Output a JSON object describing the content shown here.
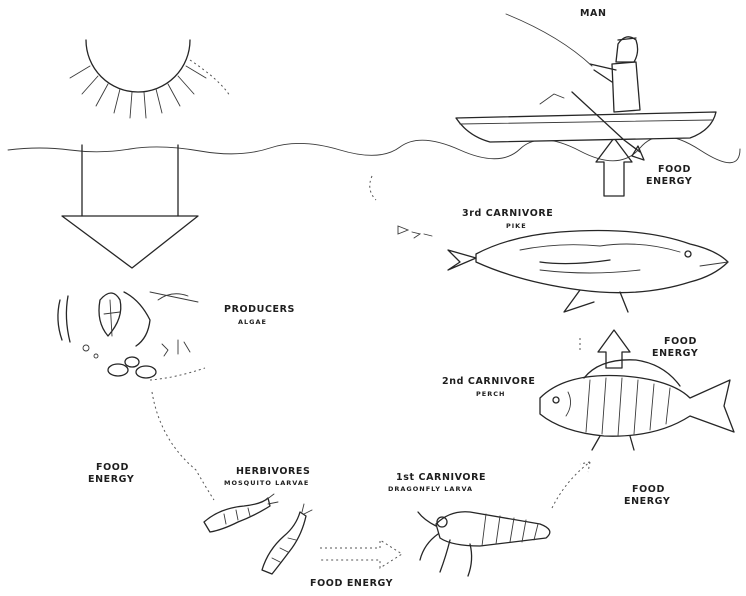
{
  "labels": {
    "man": "MAN",
    "producers": "PRODUCERS",
    "producers_sub": "ALGAE",
    "herbivores": "HERBIVORES",
    "herbivores_sub": "MOSQUITO LARVAE",
    "first_carnivore": "1st CARNIVORE",
    "first_carnivore_sub": "DRAGONFLY LARVA",
    "second_carnivore": "2nd CARNIVORE",
    "second_carnivore_sub": "PERCH",
    "third_carnivore": "3rd CARNIVORE",
    "third_carnivore_sub": "PIKE",
    "food_energy_line1": "FOOD",
    "food_energy_line2": "ENERGY",
    "food_energy_bottom": "FOOD ENERGY"
  }
}
